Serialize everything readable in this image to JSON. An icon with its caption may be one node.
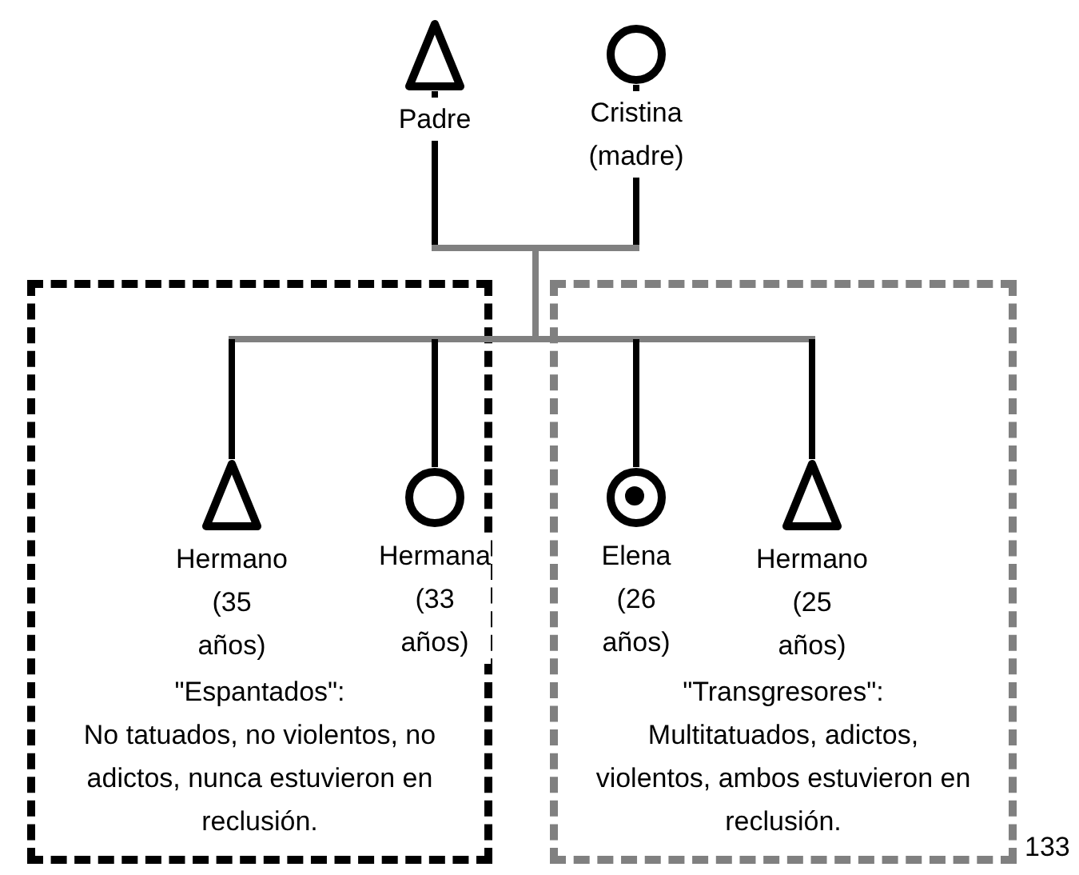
{
  "diagram": {
    "nodes": [
      {
        "text": [
          "\"Espantados\":",
          "No tatuados, no violentos, no adictos, nunca estuvieron en reclusión."
        ]
      },
      {
        "text": [
          "\"Transgresores\":",
          "Multitatuados, adictos, violentos, ambos estuvieron en reclusión."
        ]
      },
      {
        "text": [],
        "shape": "triangle",
        "beside": [
          "Padre"
        ]
      },
      {
        "text": [],
        "shape": "circle",
        "beside": [
          "Cristina (madre)"
        ]
      },
      {
        "text": [],
        "shape": "triangle",
        "beside": [
          "Hermano (35 años)"
        ],
        "in": 0
      },
      {
        "text": [],
        "shape": "circle",
        "beside": [
          "Hermana (33 años)"
        ],
        "in": 0
      },
      {
        "text": [],
        "shape": "bullseye",
        "beside": [
          "Elena (26 años)"
        ],
        "in": 1
      },
      {
        "text": [],
        "shape": "triangle",
        "beside": [
          "Hermano (25 años)"
        ],
        "in": 1
      }
    ],
    "edges": [
      {
        "from": 2,
        "to": 3,
        "arrow": "none"
      },
      {
        "from": 2,
        "to": 4,
        "arrow": "none"
      },
      {
        "from": 2,
        "to": 5,
        "arrow": "none"
      },
      {
        "from": 2,
        "to": 6,
        "arrow": "none"
      },
      {
        "from": 2,
        "to": 7,
        "arrow": "none"
      },
      {
        "from": 3,
        "to": 4,
        "arrow": "none"
      },
      {
        "from": 3,
        "to": 5,
        "arrow": "none"
      },
      {
        "from": 3,
        "to": 6,
        "arrow": "none"
      },
      {
        "from": 3,
        "to": 7,
        "arrow": "none"
      }
    ],
    "labels": [
      "133"
    ]
  }
}
